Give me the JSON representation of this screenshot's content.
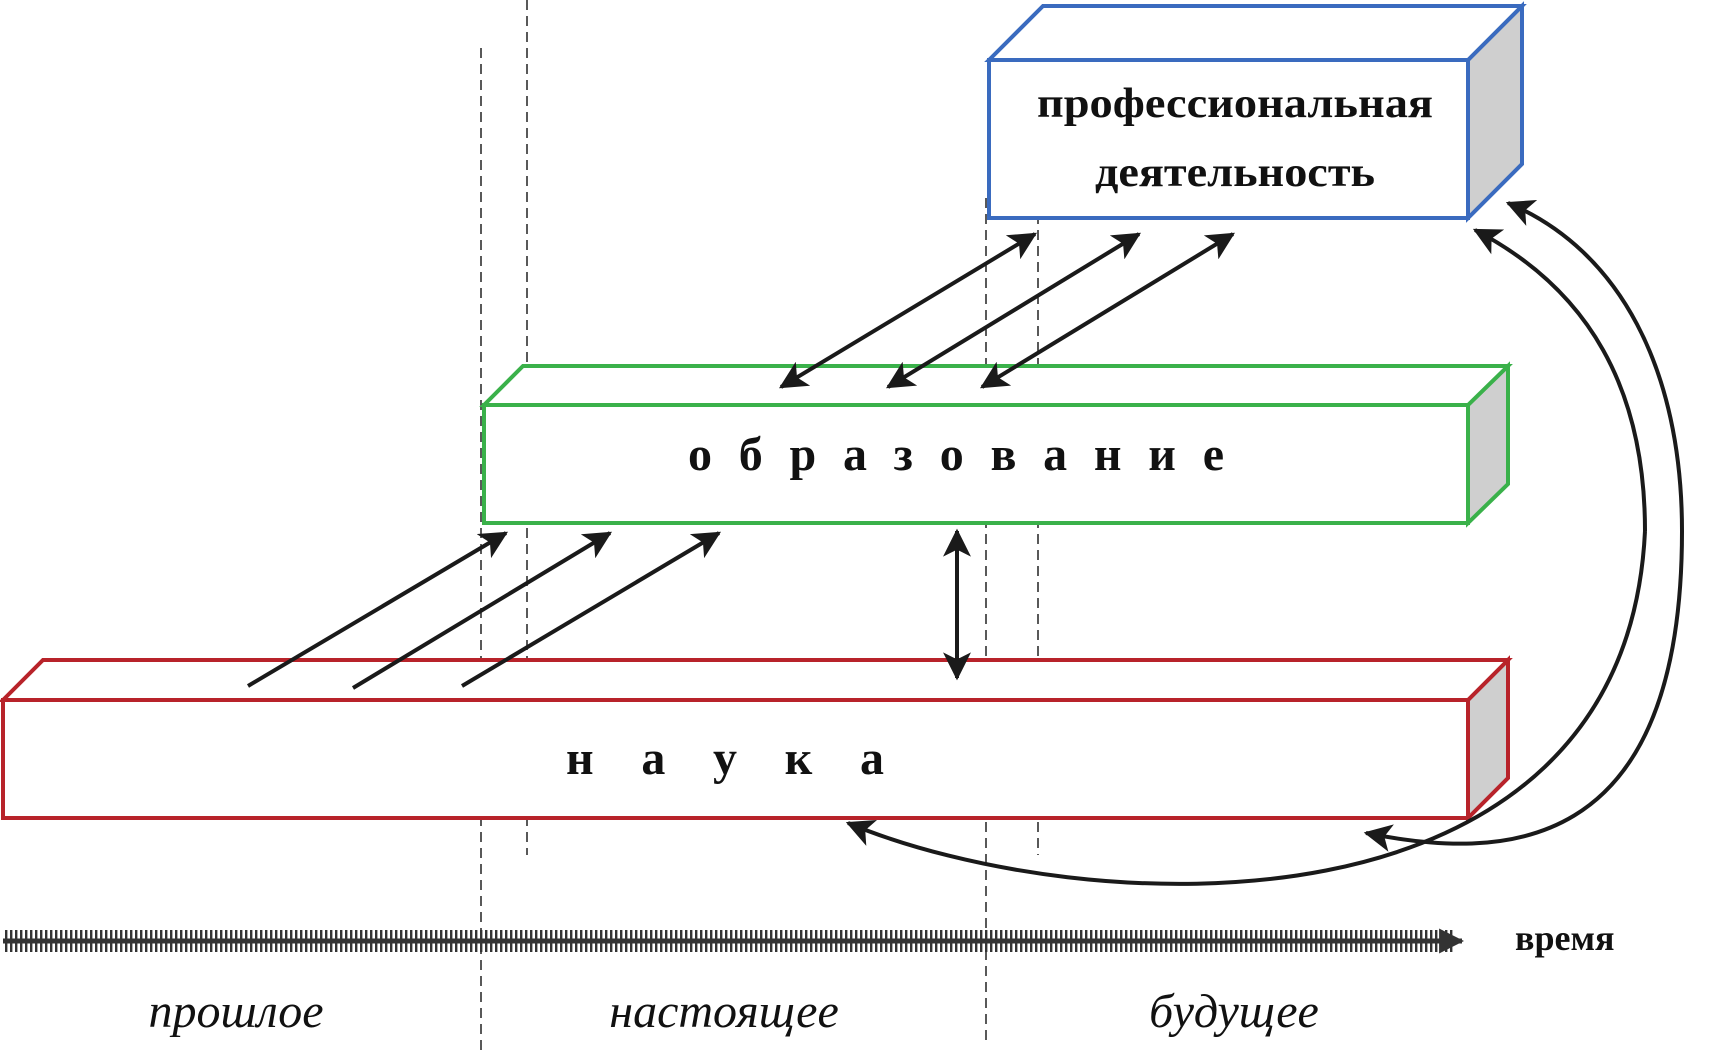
{
  "boxes": {
    "professional": {
      "line1": "профессиональная",
      "line2": "деятельность",
      "color": "#3a6bbf"
    },
    "education": {
      "label": "о б р а з о в а н и е",
      "color": "#3ab14a"
    },
    "science": {
      "label": "н а у к а",
      "color": "#b8232a"
    },
    "side_fill": "#cfcfcf"
  },
  "axis": {
    "label": "время"
  },
  "periods": {
    "past": "прошлое",
    "present": "настоящее",
    "future": "будущее"
  }
}
